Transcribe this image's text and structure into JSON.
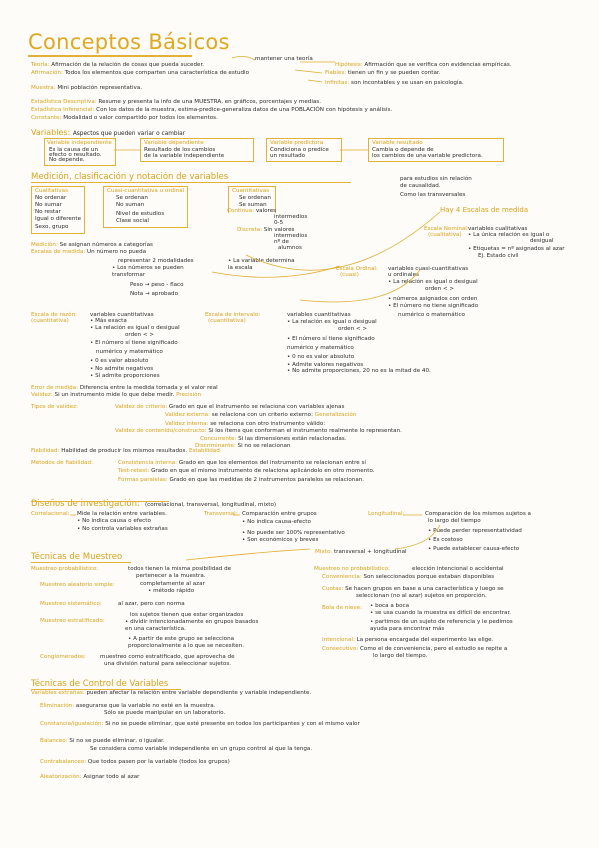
{
  "title": "Conceptos Básicos",
  "intro": {
    "teoria_label": "Teoría:",
    "teoria_text": "Afirmación de la relación de cosas que pueda suceder.",
    "mantener": "mantener una teoría",
    "hipotesis_label": "Hipótesis:",
    "hipotesis_text": "Afirmación que se verifica con evidencias empíricas.",
    "afirmacion_label": "Afirmación:",
    "afirmacion_text": "Todos los elementos que comparten una característica de estudio",
    "fiables_label": "Fiables:",
    "fiables_text": "tienen un fin y se pueden contar.",
    "infinitas_label": "Infinitas:",
    "infinitas_text": "son incontables y se usan en psicología.",
    "muestra_label": "Muestra:",
    "muestra_text": "Mini población representativa.",
    "descriptiva_label": "Estadística Descriptiva:",
    "descriptiva_text": "Resume y presenta la info de una MUESTRA, en gráficos, porcentajes y medias.",
    "inferencial_label": "Estadística Inferencial:",
    "inferencial_text": "Con los datos de la muestra, estima-predice-generaliza datos de una POBLACIÓN con hipótesis y análisis.",
    "constante_label": "Constante:",
    "constante_text": "Modalidad o valor compartido por todos los elementos."
  },
  "variables": {
    "label": "Variables:",
    "text": "Aspectos que pueden variar o cambiar",
    "boxes": [
      {
        "title": "Variable independiente",
        "lines": [
          "Es la causa de un",
          "efecto o resultado.",
          "No depende."
        ]
      },
      {
        "title": "Variable dependiente",
        "lines": [
          "Resultado de los cambios",
          "de la variable independiente"
        ]
      },
      {
        "title": "Variable predictora",
        "lines": [
          "Condiciona o predice",
          "un resultado"
        ]
      },
      {
        "title": "Variable resultado",
        "lines": [
          "Cambia o depende de",
          "los cambios de una variable predictora."
        ]
      }
    ]
  },
  "medicion": {
    "heading": "Medición, clasificación y notación de variables",
    "estudios": [
      "para estudios sin relación",
      "de causalidad.",
      "Como las transversales"
    ],
    "cualitativas": {
      "title": "Cualitativas",
      "lines": [
        "No ordenar",
        "No sumar",
        "No restar",
        "Igual o diferente",
        "Sexo, grupo"
      ]
    },
    "cuasi": {
      "title": "Cuasi-cuantitativa u ordinal",
      "lines": [
        "Se ordenan",
        "No suman",
        "Nivel de estudios",
        "Clase social"
      ]
    },
    "cuantitativas": {
      "title": "Cuantitativas",
      "lines": [
        "Se ordenan",
        "Se suman"
      ],
      "continua": "Continua:",
      "continua_vals": [
        "valores",
        "intermedios",
        "0-5"
      ],
      "discreta": "Discreta:",
      "discreta_vals": [
        "Sin valores",
        "intermedios",
        "nº de",
        "alumnos"
      ]
    },
    "medicion_label": "Medición:",
    "medicion_text": "Se asignan números a categorías",
    "escalas_label": "Escalas de medida:",
    "escalas_text": "Un número no pueda",
    "representar": [
      "representar 2 modalidades",
      "• Los números se pueden",
      "  transformar",
      "Peso → peso - flaco",
      "Nota → aprobado"
    ],
    "determina": [
      "• La variable determina",
      "  la escala"
    ],
    "hay4": "Hay 4 Escalas de medida",
    "nominal_label": "Escala Nominal:",
    "nominal_sub": "(cualitativa)",
    "nominal_lines": [
      "variables cualitativas",
      "• La única relación es igual o",
      "  desigual",
      "• Etiquetas = nº asignados al azar",
      "  Ej. Estado civil"
    ],
    "ordinal_label": "Escala Ordinal:",
    "ordinal_sub": "(cuasi)",
    "ordinal_lines": [
      "variables cuasi-cuantitativas",
      "  u ordinales",
      "• La relación es igual o desigual",
      "  orden < >",
      "• números asignados con orden",
      "• El número no tiene significado",
      "  numérico o matemático"
    ],
    "razon_label": "Escala de razón:",
    "razon_sub": "(cuantitativa)",
    "razon_lines": [
      "variables cuantitativas",
      "• Más exacta",
      "• La relación es igual o desigual",
      "  orden < >",
      "• El número sí tiene significado",
      "  numérico y matemático",
      "• 0 es valor absoluto",
      "• No admite negativos",
      "• Sí admite proporciones"
    ],
    "intervalo_label": "Escala de intervalo:",
    "intervalo_sub": "(cuantitativa)",
    "intervalo_lines": [
      "variables cuantitativas",
      "• La relación es igual o desigual",
      "  orden < >",
      "• El número sí tiene significado",
      "  numérico y matemático",
      "• 0 no es valor absoluto",
      "• Admite valores negativos",
      "• No admite proporciones, 20 no es la mitad de 40."
    ]
  },
  "validez": {
    "error_label": "Error de medida:",
    "error_text": "Diferencia entre la medida tomada y el valor real",
    "validez_label": "Validez:",
    "validez_text": "Si un instrumento mide lo que debe medir.",
    "precision": "Precisión",
    "tipos_label": "Tipos de validez:",
    "criterio_label": "Validez de criterio:",
    "criterio_text": "Grado en que el instrumento se relaciona con variables ajenas",
    "externa_label": "Validez externa:",
    "externa_text": "se relaciona con un criterio externo:",
    "generalizacion": "Generalización",
    "interna_label": "Validez interna:",
    "interna_text": "se relaciona con otro instrumento válido:",
    "contenido_label": "Validez de contenido/constructo:",
    "contenido_text": "Si los ítems que conforman el instrumento realmente lo representan.",
    "concurrente_label": "Concurrente:",
    "concurrente_text": "Si las dimensiones están relacionadas.",
    "discriminante_label": "Discriminante:",
    "discriminante_text": "Si no se relacionan",
    "fiabilidad_label": "Fiabilidad:",
    "fiabilidad_text": "Habilidad de producir los mismos resultados.",
    "estabilidad": "Estabilidad",
    "metodos_label": "Métodos de fiabilidad:",
    "consistencia_label": "Consistencia interna:",
    "consistencia_text": "Grado en que los elementos del instrumento se relacionan entre sí",
    "testretest_label": "Test-retest:",
    "testretest_text": "Grado en que el mismo instrumento de relaciona aplicándolo en otro momento.",
    "paralelas_label": "Formas paralelas:",
    "paralelas_text": "Grado en que las medidas de 2 instrumentos paralelos se relacionan."
  },
  "disenos": {
    "heading": "Diseños de investigación:",
    "sub": "(correlacional, transversal, longitudinal, mixto)",
    "correlacional_label": "Correlacional:",
    "correlacional_lines": [
      "Mide la relación entre variables.",
      "• No indica causa o efecto",
      "• No controla variables extrañas"
    ],
    "transversal_label": "Transversal:",
    "transversal_lines": [
      "Comparación entre grupos",
      "• No indica causa-efecto",
      "• No puede ser 100% representativo",
      "• Son económicos y breves"
    ],
    "longitudinal_label": "Longitudinal:",
    "longitudinal_lines": [
      "Comparación de los mismos sujetos a",
      "lo largo del tiempo",
      "• Puede perder representatividad",
      "• Es costoso",
      "• Puede establecer causa-efecto"
    ],
    "mixto_label": "Mixto:",
    "mixto_text": "transversal + longitudinal"
  },
  "muestreo": {
    "heading": "Técnicas de Muestreo",
    "prob_label": "Muestreo probabilístico:",
    "prob_text": [
      "todos tienen la misma posibilidad de",
      "pertenecer a la muestra."
    ],
    "aleatorio_label": "Muestreo aleatorio simple:",
    "aleatorio_text": [
      "completamente al azar",
      "• método rápido"
    ],
    "sistematico_label": "Muestreo sistemático:",
    "sistematico_text": "al azar, pero con norma",
    "estratificado_label": "Muestreo estratificado:",
    "estratificado_text": [
      "los sujetos tienen que estar organizados",
      "• dividir intencionadamente en grupos basados",
      "  en una característica.",
      "• A partir de este grupo se selecciona",
      "  proporcionalmente a lo que se necesiten."
    ],
    "conglomerados_label": "Conglomerados:",
    "conglomerados_text": [
      "muestreo como estratificado, que aprovecha de",
      "una división natural para seleccionar sujetos."
    ],
    "noprob_label": "Muestreo no probabilístico:",
    "noprob_text": "elección intencional o accidental",
    "conveniencia_label": "Conveniencia:",
    "conveniencia_text": "Son seleccionados porque estaban disponibles",
    "cuotas_label": "Cuotas:",
    "cuotas_text": [
      "Se hacen grupos en base a una característica y luego se",
      "seleccionan (no al azar) sujetos en proporción."
    ],
    "bola_label": "Bola de nieve:",
    "bola_text": [
      "• boca a boca",
      "• se usa cuando la muestra es difícil de encontrar.",
      "• partimos de un sujeto de referencia y le pedimos",
      "  ayuda para encontrar más"
    ],
    "intencional_label": "Intencional:",
    "intencional_text": "La persona encargada del experimento las elige.",
    "consecutivo_label": "Consecutivo:",
    "consecutivo_text": [
      "Como el de conveniencia, pero el estudio se repite a",
      "lo largo del tiempo."
    ]
  },
  "control": {
    "heading": "Técnicas de Control de Variables",
    "extranas_label": "Variables extrañas:",
    "extranas_text": "pueden afectar la relación entre variable dependiente y variable independiente.",
    "eliminacion_label": "Eliminación:",
    "eliminacion_text": [
      "asegurarse que la variable no esté en la muestra.",
      "Sólo se puede manipular en un laboratorio."
    ],
    "constancia_label": "Constancia/igualación:",
    "constancia_text": "Si no se puede eliminar, que esté presente en todos los participantes y con el mismo valor",
    "balanceo_label": "Balanceo:",
    "balanceo_text": [
      "Si no se puede eliminar, o igualar.",
      "Se considera como variable independiente en un grupo control al que la tenga."
    ],
    "contrabalanceo_label": "Contrabalanceo:",
    "contrabalanceo_text": "Que todos pasen por la variable (todos los grupos)",
    "aleatorizacion_label": "Aleatorización:",
    "aleatorizacion_text": "Asignar todo al azar"
  }
}
